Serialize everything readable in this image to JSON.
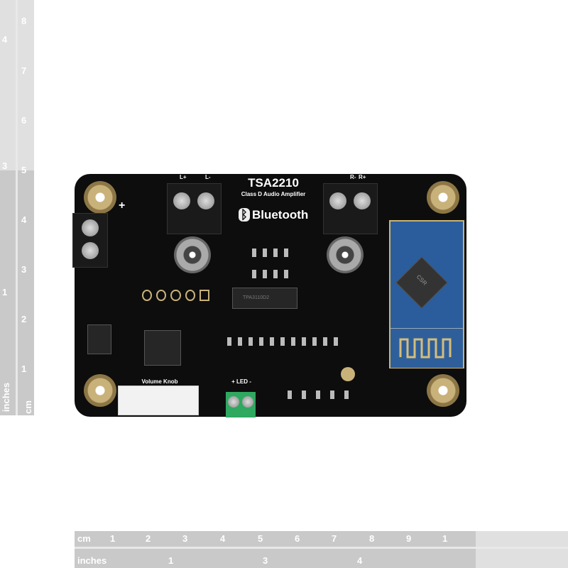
{
  "board": {
    "title": "TSA2210",
    "subtitle": "Class D Audio Amplifier",
    "bluetooth_label": "Bluetooth",
    "terminal_left_labels": [
      "L+",
      "L-"
    ],
    "terminal_right_labels": [
      "R-",
      "R+"
    ],
    "power_label": "+",
    "volume_label": "Volume Knob",
    "led_label": "+ LED -",
    "chip_label": "TPA3110D2",
    "module_label": "CSR"
  },
  "ruler_vertical": {
    "cm_unit": "cm",
    "inch_unit": "inches",
    "cm_labels": [
      "8",
      "7",
      "6",
      "5",
      "4",
      "3",
      "2",
      "1"
    ],
    "inch_labels": [
      "4",
      "3",
      "1"
    ]
  },
  "ruler_horizontal": {
    "cm_unit": "cm",
    "inch_unit": "inches",
    "cm_labels": [
      "1",
      "2",
      "3",
      "4",
      "5",
      "6",
      "7",
      "8",
      "9",
      "1"
    ],
    "inch_labels": [
      "1",
      "3",
      "4"
    ]
  },
  "colors": {
    "board": "#0d0d0d",
    "module": "#2b5d9c",
    "ruler": "#c9c9c9",
    "terminal_green": "#2fa860"
  }
}
